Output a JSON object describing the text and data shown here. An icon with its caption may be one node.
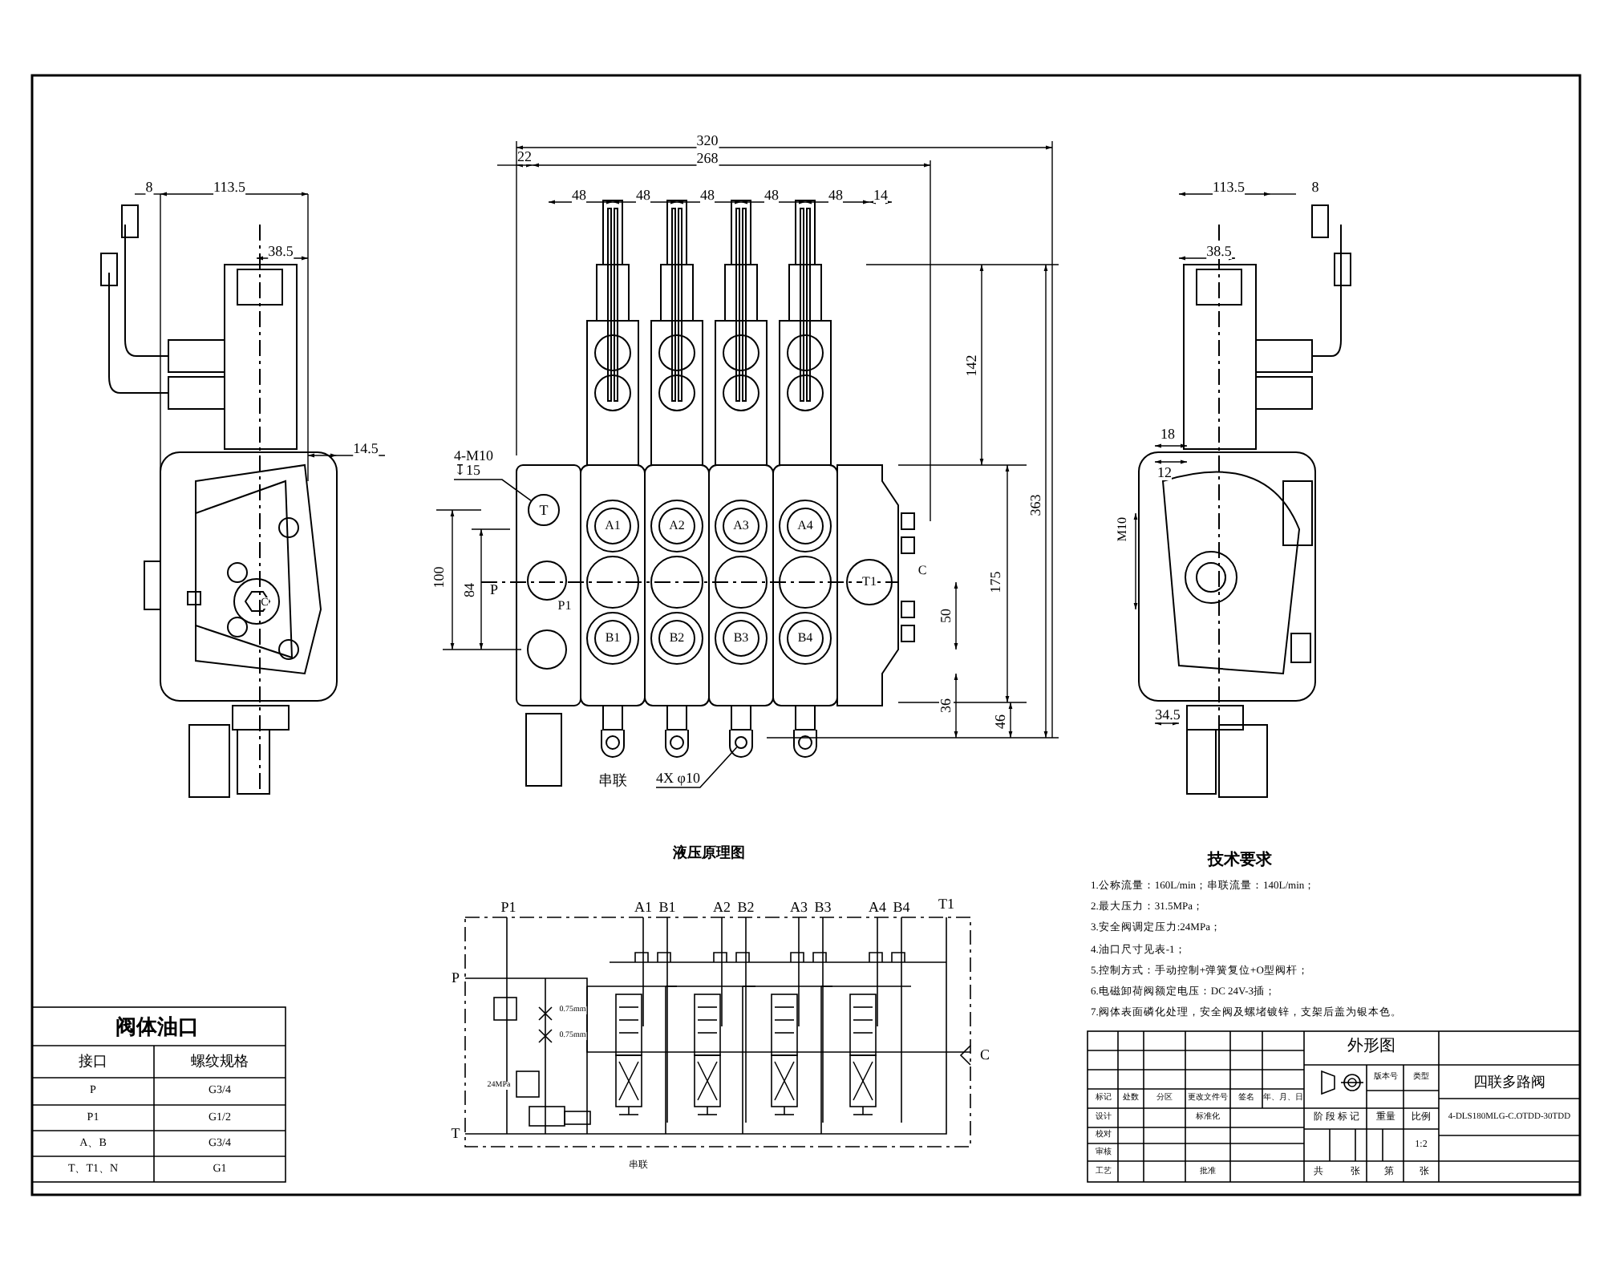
{
  "diagram": {
    "nodes": [
      {
        "text": [
          "4-M10 ↧15"
        ]
      },
      {
        "text": [
          "T"
        ]
      },
      {
        "text": [
          "4X φ10"
        ]
      },
      {
        "text": [],
        "shape": "circle"
      }
    ],
    "edges": [
      {
        "from": 0,
        "to": 1,
        "arrow": "none"
      },
      {
        "from": 2,
        "to": 3,
        "arrow": "none"
      }
    ],
    "labels": [
      "8",
      "113.5",
      "38.5",
      "14.5",
      "C",
      "320",
      "22",
      "268",
      "48",
      "48",
      "48",
      "48",
      "48",
      "14",
      "A1",
      "A2",
      "A3",
      "A4",
      "B1",
      "B2",
      "B3",
      "B4",
      "T1",
      "C",
      "P1",
      "P",
      "100",
      "84",
      "50",
      "175",
      "142",
      "363",
      "36",
      "46",
      "串联",
      "113.5",
      "8",
      "38.5",
      "18",
      "12",
      "M10",
      "34.5",
      "液压原理图",
      "P1",
      "A1",
      "B1",
      "A2",
      "B2",
      "A3",
      "B3",
      "A4",
      "B4",
      "T1",
      "P",
      "T",
      "C",
      "0.75mm",
      "0.75mm",
      "24MPa",
      "串联",
      "技术要求",
      "1.公称流量：160L/min；串联流量：140L/min；",
      "2.最大压力：31.5MPa；",
      "3.安全阀调定压力:24MPa；",
      "4.油口尺寸见表-1；",
      "5.控制方式：手动控制+弹簧复位+O型阀杆；",
      "6.电磁卸荷阀额定电压：DC 24V-3插；",
      "7.阀体表面磷化处理，安全阀及螺堵镀锌，支架后盖为银本色。",
      "阀体油口",
      "接口",
      "螺纹规格",
      "P",
      "G3/4",
      "P1",
      "G1/2",
      "A、B",
      "G3/4",
      "T、T1、N",
      "G1",
      "标记",
      "处数",
      "分区",
      "更改文件号",
      "签名",
      "年、月、日",
      "设计",
      "标准化",
      "校对",
      "审核",
      "工艺",
      "批准",
      "外形图",
      "版本号",
      "类型",
      "四联多路阀",
      "阶 段 标 记",
      "重量",
      "比例",
      "1:2",
      "4-DLS180MLG-C.OTDD-30TDD",
      "共",
      "张",
      "第",
      "张"
    ]
  }
}
